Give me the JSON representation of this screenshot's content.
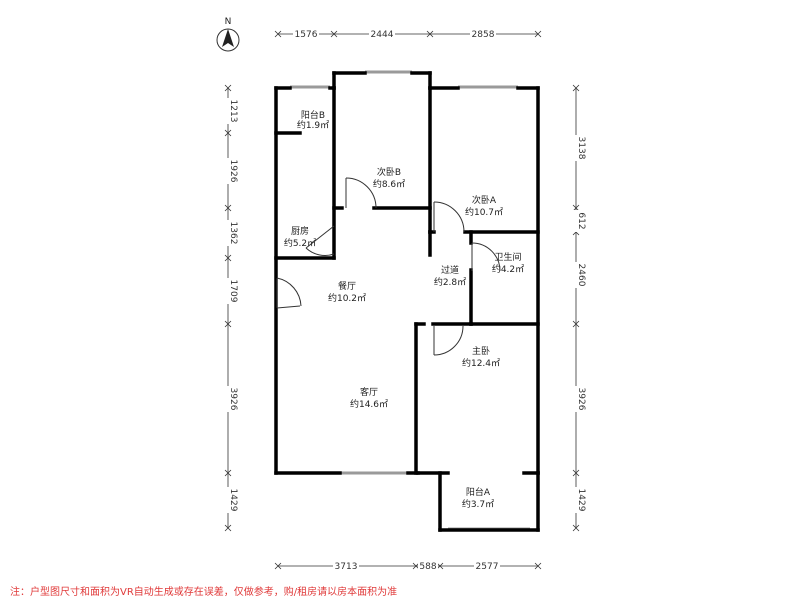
{
  "compass": {
    "label": "N",
    "icon": "north-arrow-icon"
  },
  "dimensions": {
    "top": [
      "1576",
      "2444",
      "2858"
    ],
    "bottom": [
      "3713",
      "588",
      "2577"
    ],
    "left": [
      "1213",
      "1926",
      "1362",
      "1709",
      "3926",
      "1429"
    ],
    "right": [
      "3138",
      "612",
      "2460",
      "3926",
      "1429"
    ]
  },
  "rooms": {
    "balcony_b": {
      "name": "阳台B",
      "area": "约1.9㎡"
    },
    "bedroom_b": {
      "name": "次卧B",
      "area": "约8.6㎡"
    },
    "bedroom_a": {
      "name": "次卧A",
      "area": "约10.7㎡"
    },
    "kitchen": {
      "name": "厨房",
      "area": "约5.2㎡"
    },
    "bathroom": {
      "name": "卫生间",
      "area": "约4.2㎡"
    },
    "hallway": {
      "name": "过道",
      "area": "约2.8㎡"
    },
    "dining": {
      "name": "餐厅",
      "area": "约10.2㎡"
    },
    "master": {
      "name": "主卧",
      "area": "约12.4㎡"
    },
    "living": {
      "name": "客厅",
      "area": "约14.6㎡"
    },
    "balcony_a": {
      "name": "阳台A",
      "area": "约3.7㎡"
    }
  },
  "note": "注：户型图尺寸和面积为VR自动生成或存在误差，仅做参考，购/租房请以房本面积为准",
  "colors": {
    "wall": "#000000",
    "window": "#9a9a9a",
    "note": "#e03a3a",
    "dimension": "#333333"
  }
}
